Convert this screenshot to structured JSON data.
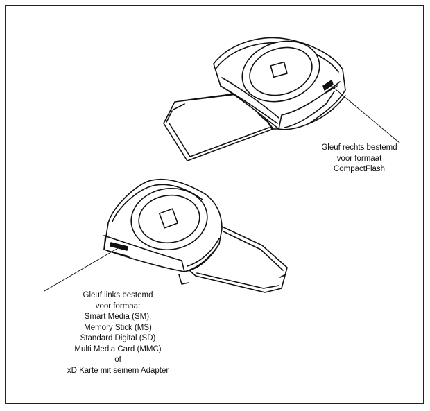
{
  "callouts": {
    "right_slot": {
      "lines": [
        "Gleuf rechts bestemd",
        "voor formaat",
        "CompactFlash"
      ]
    },
    "left_slot": {
      "lines": [
        "Gleuf links bestemd",
        "voor formaat",
        "Smart Media (SM),",
        "Memory Stick (MS)",
        "Standard Digital (SD)",
        "Multi Media Card (MMC)",
        "of",
        "xD Karte mit seinem Adapter"
      ]
    }
  }
}
